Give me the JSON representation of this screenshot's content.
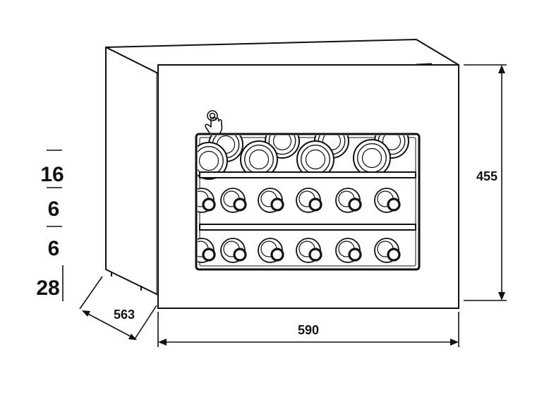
{
  "dimensions": {
    "depth": "563",
    "width": "590",
    "height": "455"
  },
  "capacity": {
    "shelf_top": "16",
    "shelf_middle": "6",
    "shelf_bottom": "6",
    "total": "28"
  },
  "icons": {
    "touch_control": "touch-finger-icon"
  },
  "colors": {
    "line": "#111111",
    "background": "#ffffff"
  }
}
